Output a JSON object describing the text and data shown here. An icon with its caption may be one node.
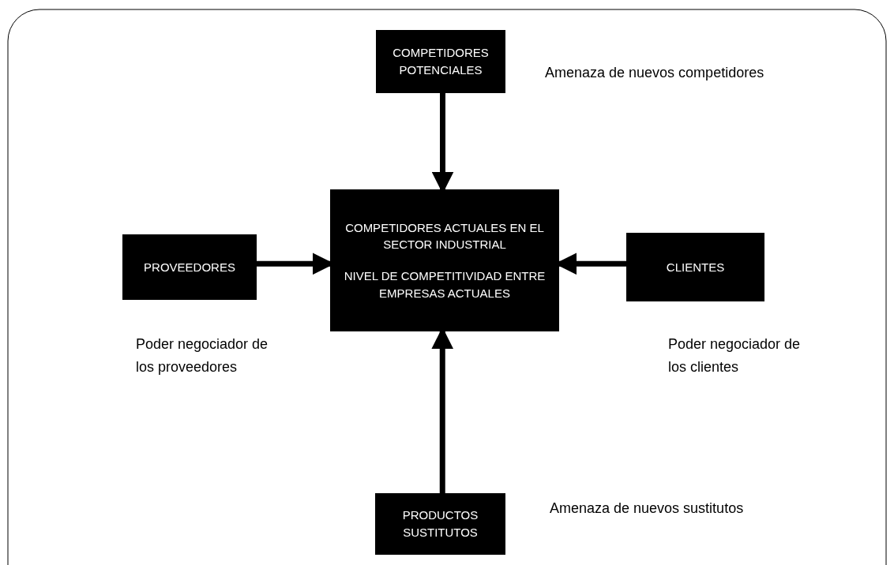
{
  "diagram": {
    "nodes": [
      {
        "text": [
          "COMPETIDORES POTENCIALES"
        ],
        "beside": [
          "Amenaza de nuevos competidores"
        ]
      },
      {
        "text": [
          "PROVEEDORES"
        ],
        "beside": [
          "Poder negociador de los proveedores"
        ]
      },
      {
        "text": [
          "COMPETIDORES ACTUALES EN EL SECTOR INDUSTRIAL",
          "NIVEL DE COMPETITIVIDAD ENTRE EMPRESAS ACTUALES"
        ]
      },
      {
        "text": [
          "CLIENTES"
        ],
        "beside": [
          "Poder negociador de los clientes"
        ]
      },
      {
        "text": [
          "PRODUCTOS SUSTITUTOS"
        ],
        "beside": [
          "Amenaza de nuevos sustitutos"
        ]
      }
    ],
    "edges": [
      {
        "from": 0,
        "to": 2,
        "arrow": "to"
      },
      {
        "from": 1,
        "to": 2,
        "arrow": "to"
      },
      {
        "from": 3,
        "to": 2,
        "arrow": "to"
      },
      {
        "from": 4,
        "to": 2,
        "arrow": "to"
      }
    ]
  }
}
